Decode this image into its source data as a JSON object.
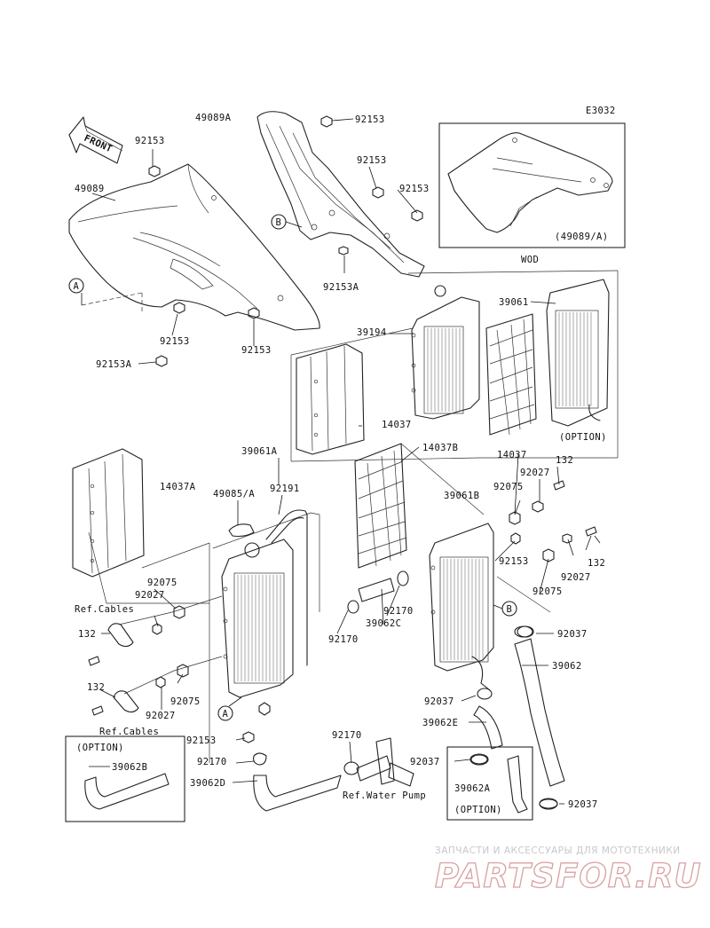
{
  "diagram_code": "E3032",
  "front_label": "FRONT",
  "variant_box": {
    "part": "(49089/A)",
    "caption": "WOD"
  },
  "option_boxes": {
    "upper_right": "(OPTION)",
    "lower_left": {
      "title": "(OPTION)",
      "part": "39062B"
    },
    "lower_right": {
      "part": "39062A",
      "title": "(OPTION)"
    }
  },
  "callouts": {
    "a": "A",
    "b": "B"
  },
  "refs": {
    "cables_upper": "Ref.Cables",
    "cables_lower": "Ref.Cables",
    "water_pump": "Ref.Water Pump"
  },
  "part_labels": [
    "49089A",
    "92153",
    "92153",
    "92153",
    "92153",
    "49089",
    "92153A",
    "92153",
    "92153",
    "92153A",
    "39194",
    "39061",
    "14037",
    "14037",
    "14037B",
    "39061A",
    "14037A",
    "49085/A",
    "92191",
    "92075",
    "92027",
    "132",
    "132",
    "92075",
    "92027",
    "92153",
    "92170",
    "39062D",
    "39061B",
    "92027",
    "132",
    "92075",
    "92153",
    "92075",
    "92027",
    "132",
    "92170",
    "39062C",
    "92170",
    "92037",
    "39062",
    "92037",
    "39062E",
    "92170",
    "92037",
    "92037"
  ],
  "watermark": {
    "top": "ЗАПЧАСТИ И АКСЕССУАРЫ ДЛЯ МОТОТЕХНИКИ",
    "brand": "PARTSFOR.RU"
  }
}
